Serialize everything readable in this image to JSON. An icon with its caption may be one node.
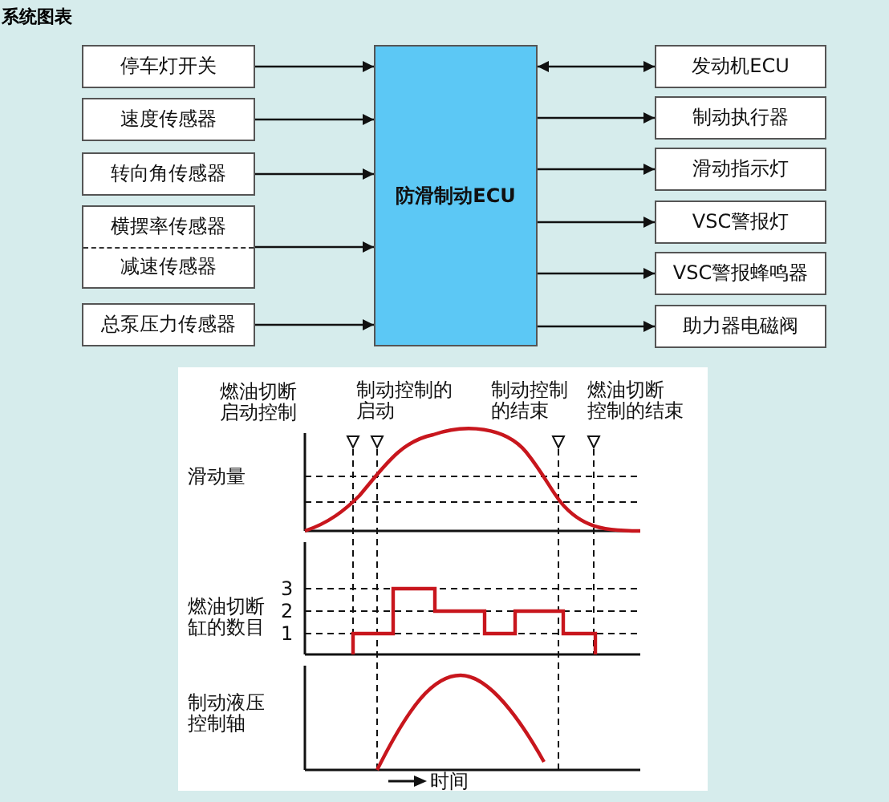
{
  "diagram": {
    "title": "系统图表",
    "nodes": [
      {
        "text": [
          "停车灯开关"
        ]
      },
      {
        "text": [
          "速度传感器"
        ]
      },
      {
        "text": [
          "转向角传感器"
        ]
      },
      {
        "text": [
          "横摆率传感器",
          "减速传感器"
        ]
      },
      {
        "text": [
          "总泵压力传感器"
        ]
      },
      {
        "text": [
          "防滑制动ECU"
        ]
      },
      {
        "text": [
          "发动机ECU"
        ]
      },
      {
        "text": [
          "制动执行器"
        ]
      },
      {
        "text": [
          "滑动指示灯"
        ]
      },
      {
        "text": [
          "VSC警报灯"
        ]
      },
      {
        "text": [
          "VSC警报蜂鸣器"
        ]
      },
      {
        "text": [
          "助力器电磁阀"
        ]
      }
    ],
    "edges": [
      {
        "from": 0,
        "to": 5,
        "arrow": "to"
      },
      {
        "from": 1,
        "to": 5,
        "arrow": "to"
      },
      {
        "from": 2,
        "to": 5,
        "arrow": "to"
      },
      {
        "from": 3,
        "to": 5,
        "arrow": "to"
      },
      {
        "from": 4,
        "to": 5,
        "arrow": "to"
      },
      {
        "from": 5,
        "to": 6,
        "arrow": "both"
      },
      {
        "from": 5,
        "to": 7,
        "arrow": "to"
      },
      {
        "from": 5,
        "to": 8,
        "arrow": "to"
      },
      {
        "from": 5,
        "to": 9,
        "arrow": "to"
      },
      {
        "from": 5,
        "to": 10,
        "arrow": "to"
      },
      {
        "from": 5,
        "to": 11,
        "arrow": "to"
      }
    ],
    "labels": [
      "燃油切断启动控制",
      "制动控制的启动",
      "制动控制的结束",
      "燃油切断控制的结束",
      "滑动量",
      "燃油切断缸的数目",
      "3",
      "2",
      "1",
      "制动液压控制轴",
      "时间"
    ]
  }
}
